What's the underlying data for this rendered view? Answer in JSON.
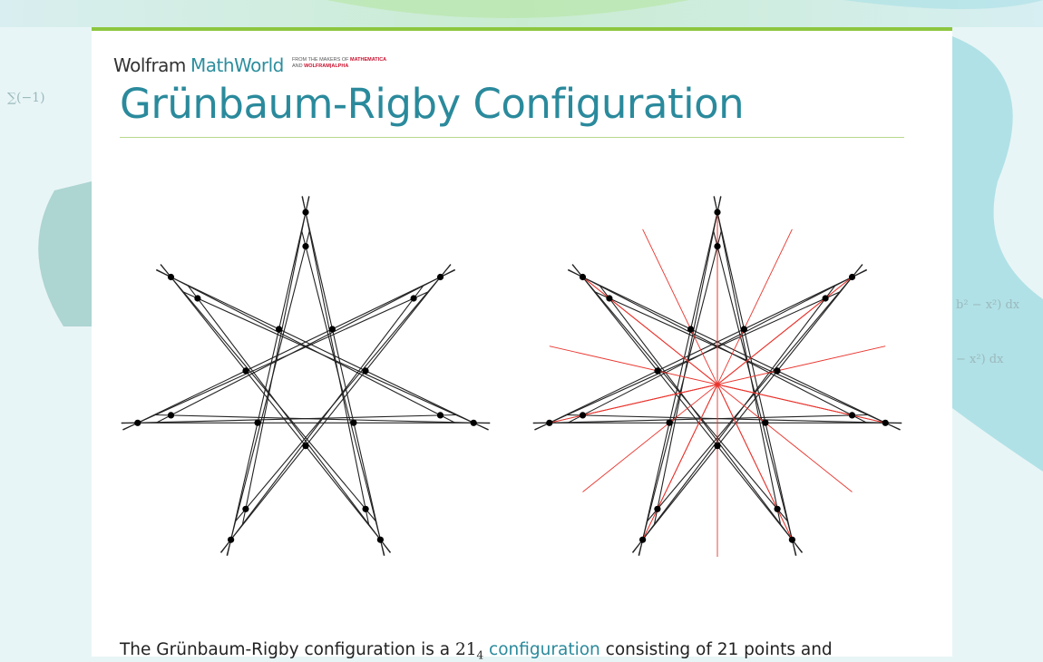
{
  "brand": {
    "wolfram": "Wolfram",
    "mathworld": "MathWorld",
    "tag_line1": "FROM THE MAKERS OF",
    "tag_line1_bold": "MATHEMATICA",
    "tag_line2": "AND",
    "tag_line2_bold": "WOLFRAM|ALPHA"
  },
  "page": {
    "title": "Grünbaum-Rigby Configuration"
  },
  "intro": {
    "prefix": "The Grünbaum-Rigby configuration is a ",
    "math_base": "21",
    "math_sub": "4",
    "link": "configuration",
    "suffix": " consisting of 21 points and"
  },
  "colors": {
    "accent_green": "#8cc63f",
    "title_teal": "#2a8a9c",
    "line_black": "#222222",
    "line_red": "#e8352e"
  }
}
